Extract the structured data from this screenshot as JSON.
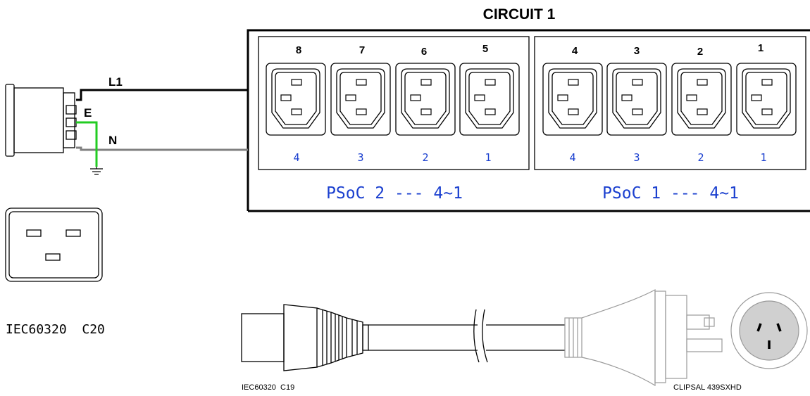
{
  "title": "CIRCUIT 1",
  "wires": {
    "live": "L1",
    "earth": "E",
    "neutral": "N"
  },
  "outlets_top_labels": [
    "8",
    "7",
    "6",
    "5",
    "4",
    "3",
    "2",
    "1"
  ],
  "outlets_bottom_labels": [
    "4",
    "3",
    "2",
    "1",
    "4",
    "3",
    "2",
    "1"
  ],
  "psoc_groups": [
    {
      "label": "PSoC 2 --- 4~1"
    },
    {
      "label": "PSoC 1 --- 4~1"
    }
  ],
  "connectors": {
    "c20_label": "IEC60320  C20",
    "c19_label": "IEC60320  C19",
    "plug_label": "CLIPSAL 439SXHD"
  },
  "colors": {
    "earth_wire": "#22cc22",
    "neutral_wire": "#808080",
    "psoc_text": "#1a3fcf",
    "outline": "#000000"
  }
}
